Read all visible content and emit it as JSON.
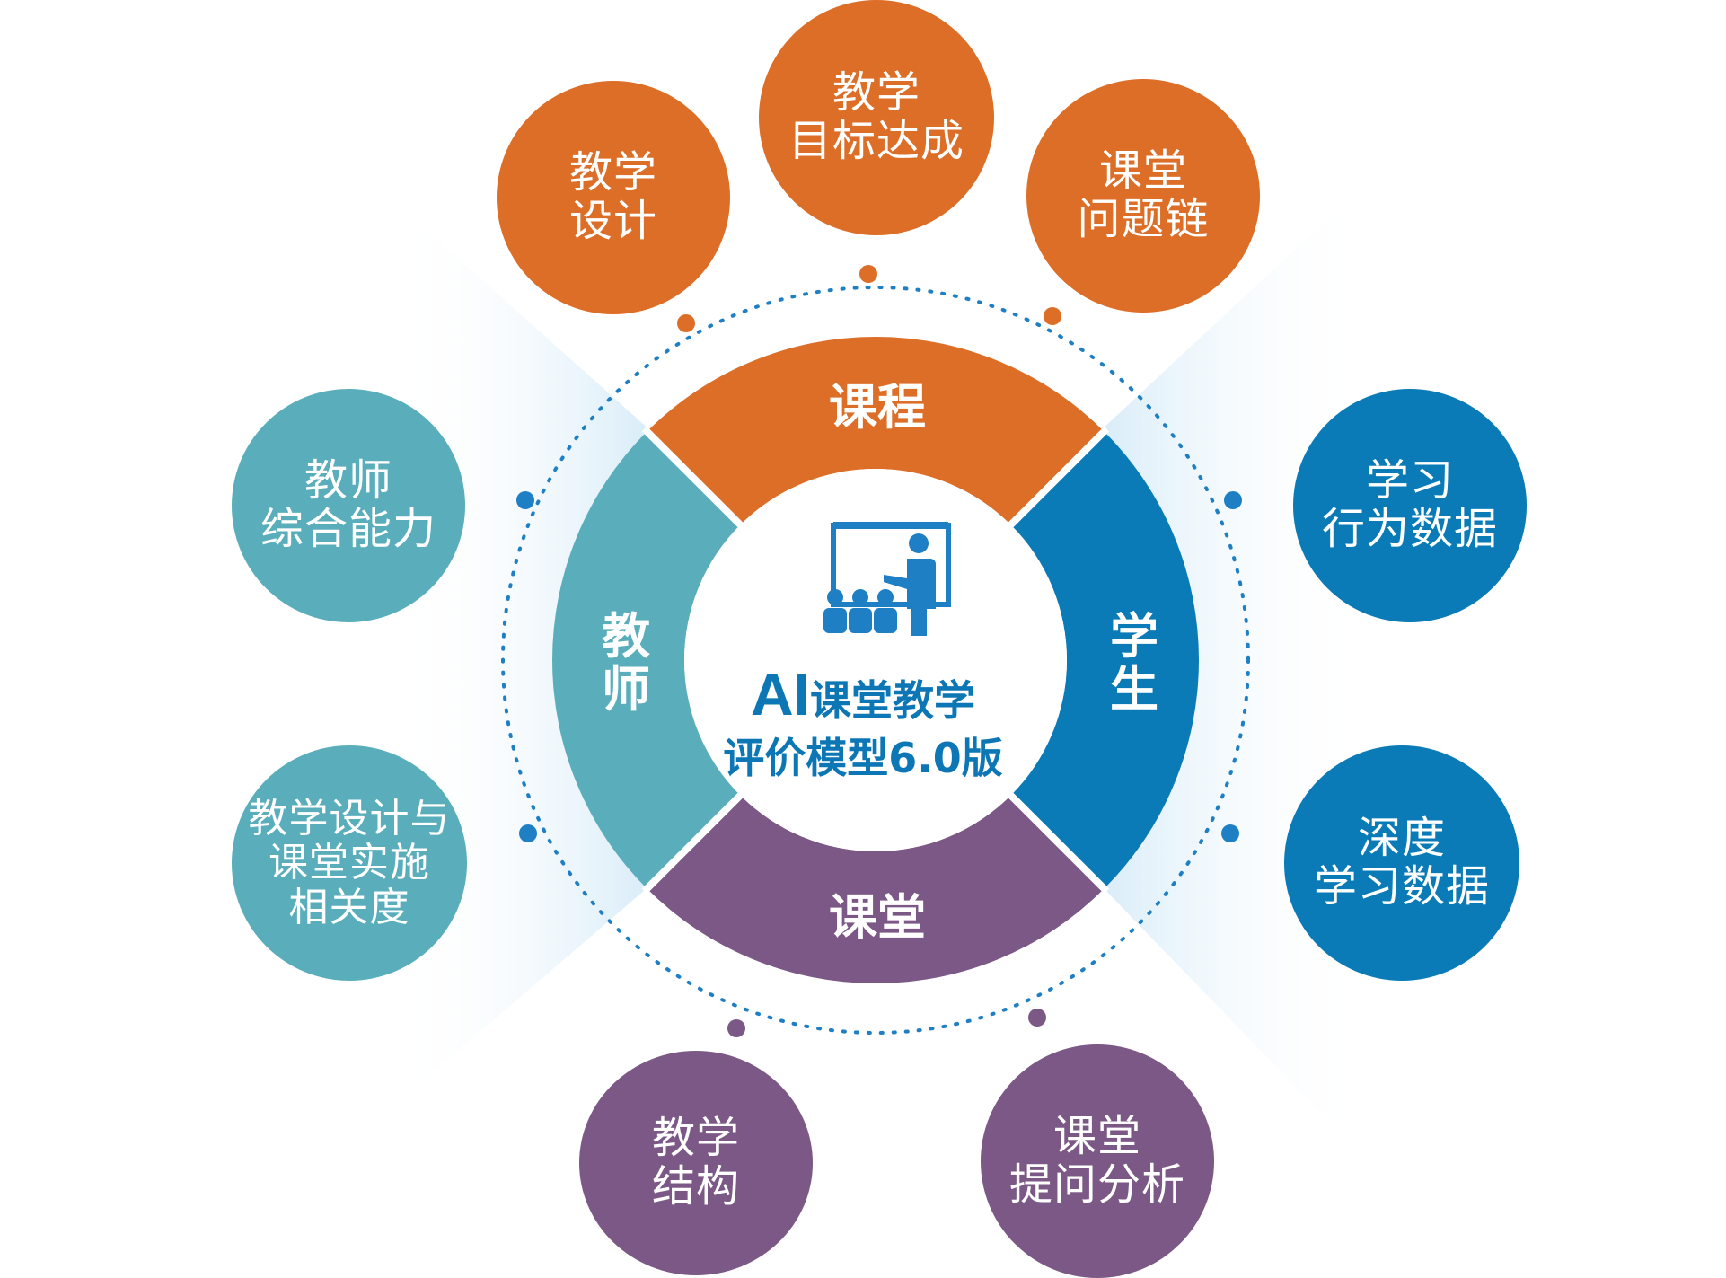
{
  "colors": {
    "orange": "#dd6e27",
    "teal": "#5aaebb",
    "blue": "#0a7bb6",
    "purple": "#7b5886",
    "dot_line": "#1f7fc4",
    "glow": "#dcecf8"
  },
  "icon": "classroom-presentation-icon",
  "center": {
    "title_ai": "AI",
    "title_rest": "课堂教学",
    "subtitle": "评价模型6.0版"
  },
  "ring": {
    "top": "课程",
    "right_line1": "学",
    "right_line2": "生",
    "bottom": "课堂",
    "left_line1": "教",
    "left_line2": "师"
  },
  "nodes": [
    {
      "id": "teaching-design",
      "color": "orange",
      "lines": [
        "教学",
        "设计"
      ]
    },
    {
      "id": "teaching-goal",
      "color": "orange",
      "lines": [
        "教学",
        "目标达成"
      ]
    },
    {
      "id": "question-chain",
      "color": "orange",
      "lines": [
        "课堂",
        "问题链"
      ]
    },
    {
      "id": "learning-behavior",
      "color": "blue",
      "lines": [
        "学习",
        "行为数据"
      ]
    },
    {
      "id": "deep-learning",
      "color": "blue",
      "lines": [
        "深度",
        "学习数据"
      ]
    },
    {
      "id": "questioning-analysis",
      "color": "purple",
      "lines": [
        "课堂",
        "提问分析"
      ]
    },
    {
      "id": "teaching-structure",
      "color": "purple",
      "lines": [
        "教学",
        "结构"
      ]
    },
    {
      "id": "design-relevance",
      "color": "teal",
      "lines": [
        "教学设计与",
        "课堂实施",
        "相关度"
      ]
    },
    {
      "id": "teacher-ability",
      "color": "teal",
      "lines": [
        "教师",
        "综合能力"
      ]
    }
  ]
}
